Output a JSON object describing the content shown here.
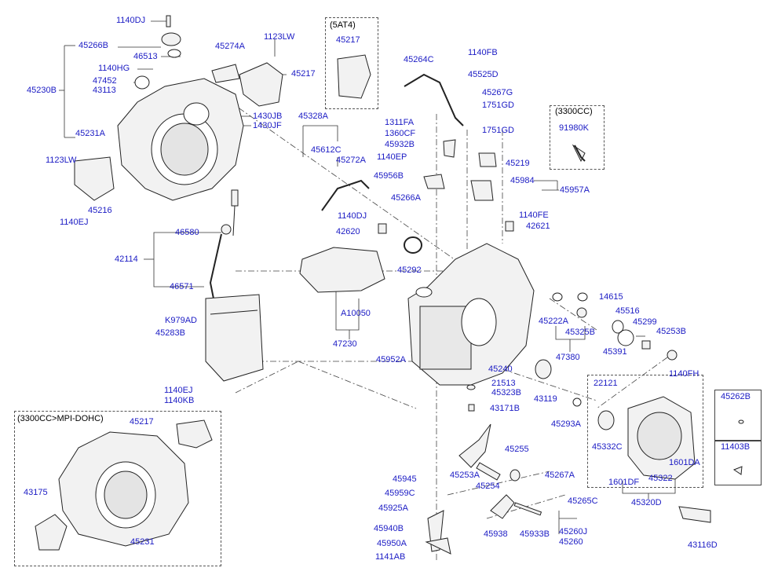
{
  "colors": {
    "label": "#1b1bc4",
    "line": "#333333",
    "part_stroke": "#222222",
    "part_fill": "#f2f2f2"
  },
  "group_headers": {
    "at4": "(5AT4)",
    "cc3300": "(3300CC)",
    "mpi": "(3300CC>MPI-DOHC)"
  },
  "callouts": [
    "1140DJ",
    "45266B",
    "46513",
    "1123LW",
    "45274A",
    "45230B",
    "1140HG",
    "47452",
    "43113",
    "45217",
    "1430JB",
    "1430JF",
    "45231A",
    "45328A",
    "45264C",
    "1140FB",
    "45525D",
    "45267G",
    "1751GD",
    "1751GD",
    "1311FA",
    "1360CF",
    "45932B",
    "1140EP",
    "45612C",
    "45272A",
    "45219",
    "45956B",
    "45984",
    "45957A",
    "45266A",
    "1140DJ",
    "1140FE",
    "42620",
    "42621",
    "1123LW",
    "45216",
    "1140EJ",
    "46580",
    "42114",
    "45292",
    "46571",
    "K979AD",
    "45283B",
    "A10050",
    "47230",
    "45952A",
    "45222A",
    "14615",
    "45325B",
    "45516",
    "45299",
    "45391",
    "45253B",
    "47380",
    "45240",
    "21513",
    "45323B",
    "43171B",
    "43119",
    "1140FH",
    "22121",
    "45293A",
    "45332C",
    "1601DA",
    "45322",
    "1601DF",
    "45320D",
    "1140EJ",
    "1140KB",
    "45217",
    "45255",
    "45253A",
    "45254",
    "45267A",
    "45945",
    "45959C",
    "45265C",
    "45925A",
    "45938",
    "45933B",
    "45260J",
    "45260",
    "45940B",
    "45950A",
    "1141AB",
    "43175",
    "45231",
    "91980K",
    "45217",
    "45262B",
    "11403B",
    "43116D"
  ]
}
